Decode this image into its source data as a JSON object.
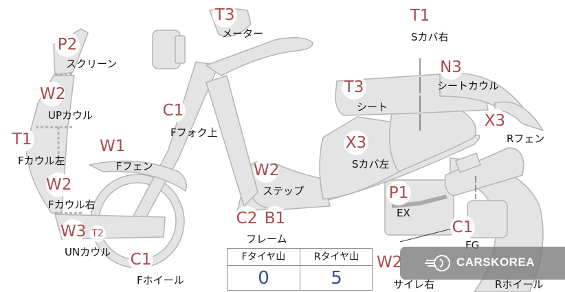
{
  "labels": {
    "meter": "メーター",
    "s_cover_right": "Sカバ右",
    "screen": "スクリーン",
    "seat_cowl": "シートカウル",
    "up_cowl": "UPカウル",
    "seat": "シート",
    "f_fork_upper": "Fフォク上",
    "r_fender": "Rフェン",
    "f_cowl_left": "Fカウル左",
    "f_fender": "Fフェン",
    "s_cover_left": "Sカバ左",
    "step": "ステップ",
    "f_cowl_right": "Fカウル右",
    "ex": "EX",
    "frame": "フレーム",
    "un_cowl": "UNカウル",
    "fg": "FG",
    "f_wheel": "Fホイール",
    "silencer_right": "サイレ右",
    "r_wheel": "Rホイール"
  },
  "badges": {
    "meter": "T3",
    "s_cover_right": "T1",
    "screen": "P2",
    "seat_cowl": "N3",
    "up_cowl": "W2",
    "seat": "T3",
    "f_fork_upper": "C1",
    "r_fender": "X3",
    "f_cowl_left": "T1",
    "f_fender": "W1",
    "s_cover_left": "X3",
    "step": "W2",
    "f_cowl_right": "W2",
    "ex": "P1",
    "frame_1": "C2",
    "frame_2": "B1",
    "un_cowl": "W3",
    "un_cowl_extra": "T2",
    "fg": "C1",
    "f_wheel": "C1",
    "silencer_right": "W2"
  },
  "score_table": {
    "headers": [
      "Fタイヤ山",
      "Rタイヤ山"
    ],
    "values": [
      "0",
      "5"
    ]
  },
  "watermark": {
    "text": "CARSKOREA"
  },
  "colors": {
    "badge_text": "#a94a4a",
    "part_fill": "#e4e4e4",
    "part_stroke": "#b4b4b4",
    "score_text": "#3a4e8c"
  }
}
